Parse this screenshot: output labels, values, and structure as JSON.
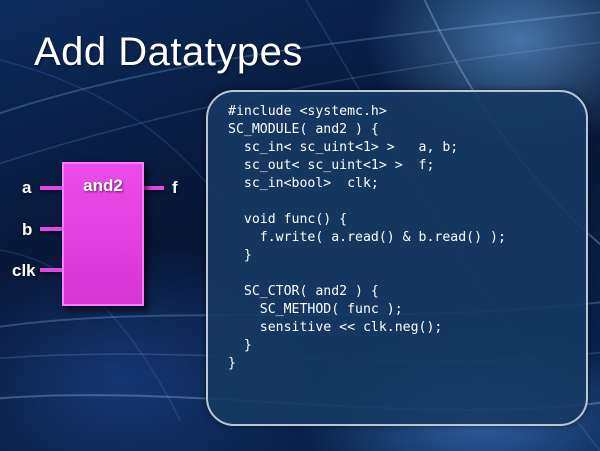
{
  "slide": {
    "title": "Add Datatypes"
  },
  "diagram": {
    "module_name": "and2",
    "inputs": [
      "a",
      "b",
      "clk"
    ],
    "outputs": [
      "f"
    ]
  },
  "code": {
    "lines": [
      "#include <systemc.h>",
      "SC_MODULE( and2 ) {",
      "  sc_in< sc_uint<1> >   a, b;",
      "  sc_out< sc_uint<1> >  f;",
      "  sc_in<bool>  clk;",
      "",
      "  void func() {",
      "    f.write( a.read() & b.read() );",
      "  }",
      "",
      "  SC_CTOR( and2 ) {",
      "    SC_METHOD( func );",
      "    sensitive << clk.neg();",
      "  }",
      "}"
    ]
  }
}
